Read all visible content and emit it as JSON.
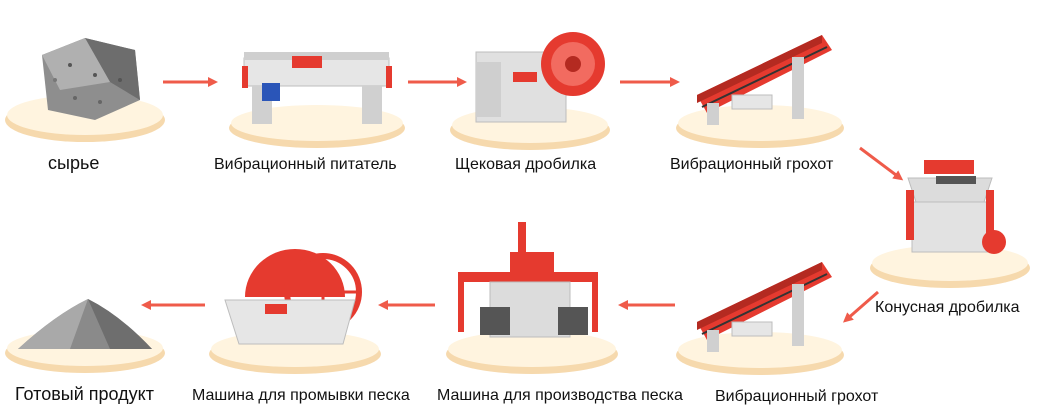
{
  "colors": {
    "accent": "#e53a2f",
    "arrow": "#ef5b4a",
    "pedestal_top": "#fff4df",
    "pedestal_side": "#f6d9ad",
    "machine_gray": "#d7d7d7",
    "text": "#111111"
  },
  "steps": [
    {
      "id": "raw",
      "label": "сырье",
      "icon": "raw-stone-icon"
    },
    {
      "id": "feeder",
      "label": "Вибрационный питатель",
      "icon": "vibrating-feeder-icon"
    },
    {
      "id": "jaw",
      "label": "Щековая дробилка",
      "icon": "jaw-crusher-icon"
    },
    {
      "id": "screen1",
      "label": "Вибрационный грохот",
      "icon": "vibrating-screen-icon"
    },
    {
      "id": "cone",
      "label": "Конусная дробилка",
      "icon": "cone-crusher-icon"
    },
    {
      "id": "screen2",
      "label": "Вибрационный грохот",
      "icon": "vibrating-screen-icon"
    },
    {
      "id": "sandmaker",
      "label": "Машина для производства песка",
      "icon": "sand-making-machine-icon"
    },
    {
      "id": "washer",
      "label": "Машина для промывки песка",
      "icon": "sand-washing-machine-icon"
    },
    {
      "id": "product",
      "label": "Готовый продукт",
      "icon": "sand-pile-icon"
    }
  ]
}
